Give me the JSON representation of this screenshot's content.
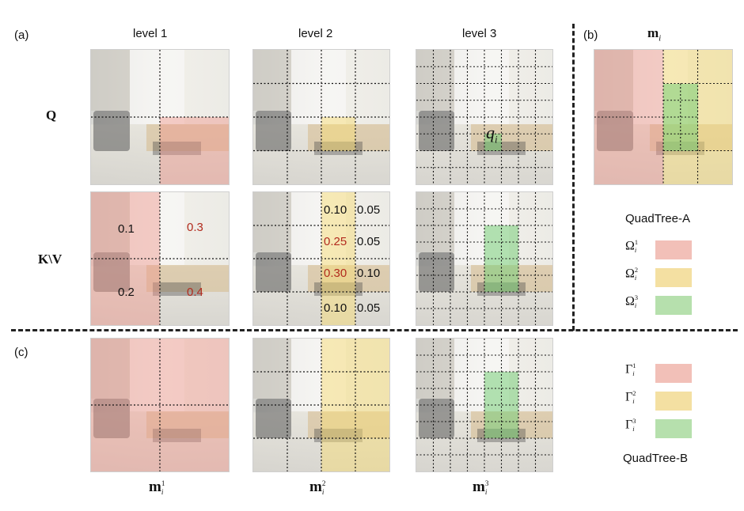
{
  "panels": {
    "a": "(a)",
    "b": "(b)",
    "c": "(c)"
  },
  "levels": [
    "level 1",
    "level 2",
    "level 3"
  ],
  "row_labels": {
    "q": "Q",
    "kv": "K\\V"
  },
  "query_label": "q",
  "query_sub": "i",
  "b_title": "m",
  "b_title_sub": "i",
  "bottom_labels": [
    {
      "base": "m",
      "sup": "1",
      "sub": "i"
    },
    {
      "base": "m",
      "sup": "2",
      "sub": "i"
    },
    {
      "base": "m",
      "sup": "3",
      "sub": "i"
    }
  ],
  "kv_level1_scores": [
    {
      "text": "0.1",
      "color": "black"
    },
    {
      "text": "0.3",
      "color": "red"
    },
    {
      "text": "0.2",
      "color": "black"
    },
    {
      "text": "0.4",
      "color": "red"
    }
  ],
  "kv_level2_scores": [
    [
      "0.10",
      "0.05"
    ],
    [
      "0.25",
      "0.05"
    ],
    [
      "0.30",
      "0.10"
    ],
    [
      "0.10",
      "0.05"
    ]
  ],
  "kv_level2_red": [
    "0.25",
    "0.30"
  ],
  "quadtree_a": {
    "title": "QuadTree-A",
    "legend": [
      {
        "base": "Ω",
        "sup": "1",
        "sub": "i",
        "color": "#f2c0b8"
      },
      {
        "base": "Ω",
        "sup": "2",
        "sub": "i",
        "color": "#f4e0a2"
      },
      {
        "base": "Ω",
        "sup": "3",
        "sub": "i",
        "color": "#b6e0ad"
      }
    ]
  },
  "quadtree_b": {
    "title": "QuadTree-B",
    "legend": [
      {
        "base": "Γ",
        "sup": "1",
        "sub": "i",
        "color": "#f2c0b8"
      },
      {
        "base": "Γ",
        "sup": "2",
        "sub": "i",
        "color": "#f4e0a2"
      },
      {
        "base": "Γ",
        "sup": "3",
        "sub": "i",
        "color": "#b6e0ad"
      }
    ]
  }
}
